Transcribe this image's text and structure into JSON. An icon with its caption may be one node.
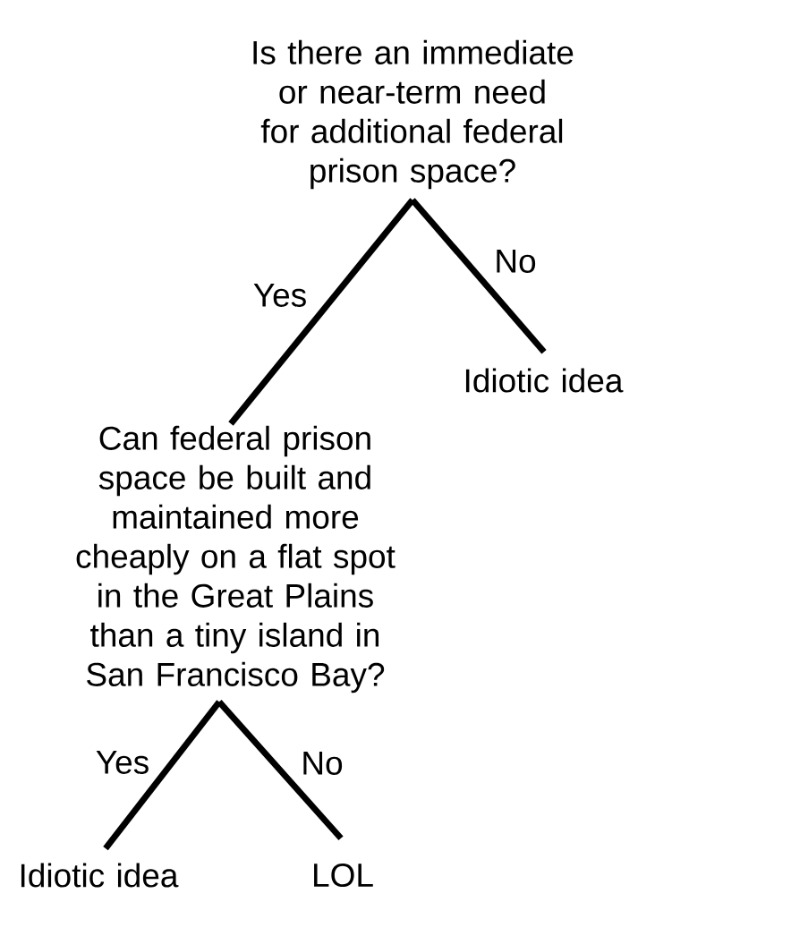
{
  "diagram": {
    "nodes": [
      {
        "text": [
          "Is there an immediate or near-term need for additional federal prison space?"
        ]
      },
      {
        "text": [
          "Can federal prison space be built and maintained more cheaply on a flat spot in the Great Plains than a tiny island in San Francisco Bay?"
        ]
      },
      {
        "text": [
          "Idiotic idea"
        ]
      },
      {
        "text": [
          "Idiotic idea"
        ]
      },
      {
        "text": [
          "LOL"
        ]
      }
    ],
    "edges": [
      {
        "from": 0,
        "to": 1,
        "arrow": "none",
        "label": "Yes"
      },
      {
        "from": 0,
        "to": 2,
        "arrow": "none",
        "label": "No"
      },
      {
        "from": 1,
        "to": 3,
        "arrow": "none",
        "label": "Yes"
      },
      {
        "from": 1,
        "to": 4,
        "arrow": "none",
        "label": "No"
      }
    ]
  }
}
